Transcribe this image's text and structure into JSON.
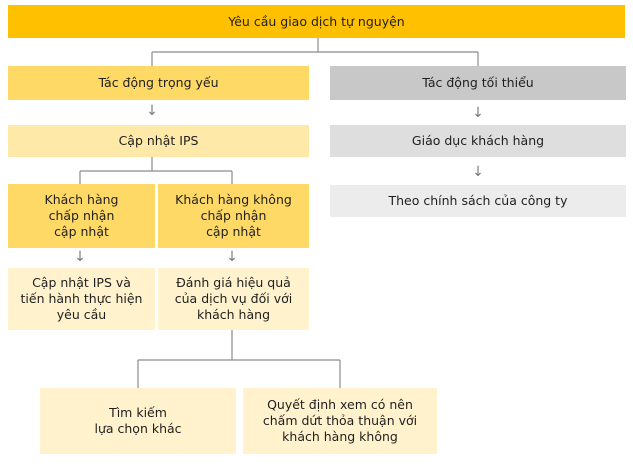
{
  "root": "Yêu cầu giao dịch tự nguyện",
  "left": {
    "title": "Tác động trọng yếu",
    "step": "Cập nhật IPS",
    "accept": "Khách hàng\nchấp nhận\ncập nhật",
    "reject": "Khách hàng không\nchấp nhận\ncập nhật",
    "accept_result": "Cập nhật IPS và\ntiến hành thực hiện\nyêu cầu",
    "reject_result": "Đánh giá hiệu quả\ncủa dịch vụ đối với\nkhách hàng",
    "option1": "Tìm kiếm\nlựa chọn khác",
    "option2": "Quyết định xem có nên\nchấm dứt thỏa thuận với\nkhách hàng không"
  },
  "right": {
    "title": "Tác động tối thiểu",
    "step": "Giáo dục khách hàng",
    "result": "Theo chính sách của công ty"
  },
  "arrow_glyph": "↓",
  "colors": {
    "root": "#ffc000",
    "yellow_2": "#fed966",
    "yellow_3": "#fee9a8",
    "yellow_4": "#fff2cc",
    "gray_1": "#c8c8c8",
    "gray_2": "#dedede",
    "gray_3": "#ececec",
    "connector": "#8c8c8c"
  }
}
